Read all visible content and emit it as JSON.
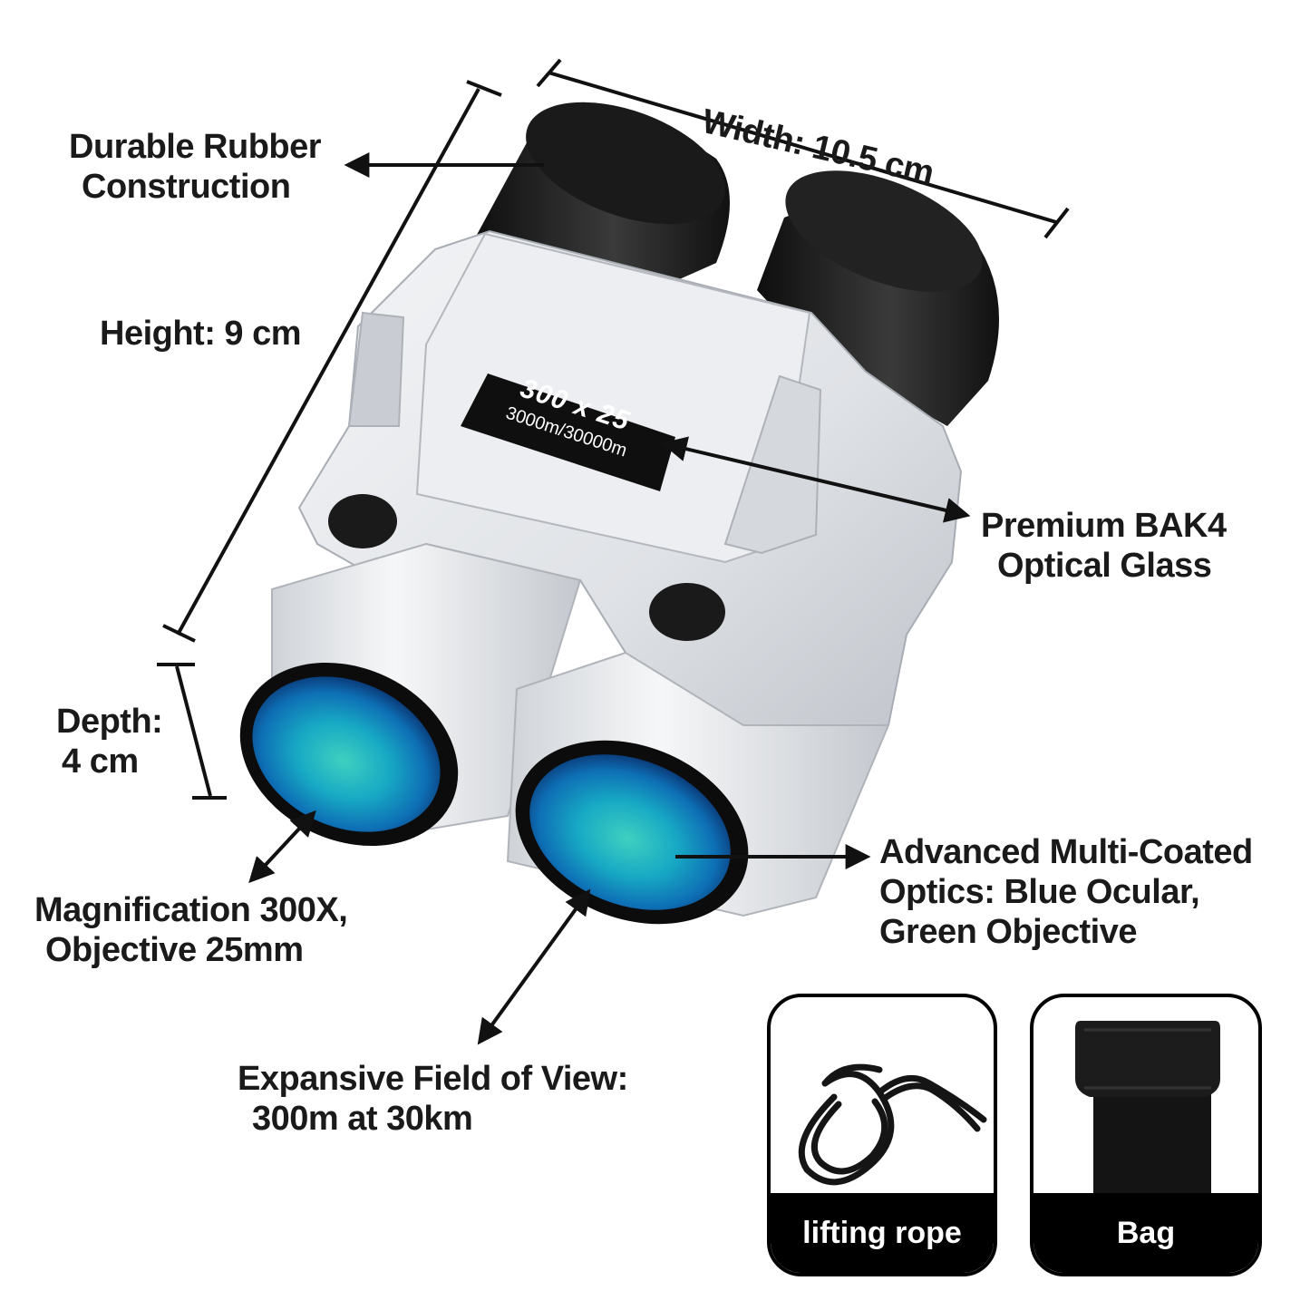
{
  "product": {
    "model_label": "300 x 25",
    "range_label": "3000m/30000m"
  },
  "dimensions": {
    "width": "Width: 10.5 cm",
    "height": "Height: 9 cm",
    "depth_line1": "Depth:",
    "depth_line2": "4 cm"
  },
  "features": {
    "rubber_line1": "Durable Rubber",
    "rubber_line2": "Construction",
    "glass_line1": "Premium BAK4",
    "glass_line2": "Optical Glass",
    "magnification_line1": "Magnification 300X,",
    "magnification_line2": "Objective 25mm",
    "coating_line1": "Advanced Multi-Coated",
    "coating_line2": "Optics: Blue Ocular,",
    "coating_line3": "Green Objective",
    "fov_line1": "Expansive Field of View:",
    "fov_line2": "300m at 30km"
  },
  "accessories": [
    {
      "label": "lifting rope",
      "icon": "lanyard-icon"
    },
    {
      "label": "Bag",
      "icon": "pouch-icon"
    }
  ],
  "colors": {
    "body": "#e6e8ec",
    "rubber": "#1c1c1c",
    "lens_blue": "#1aa3c8",
    "lens_green": "#1fb08a",
    "annotation": "#111111"
  }
}
